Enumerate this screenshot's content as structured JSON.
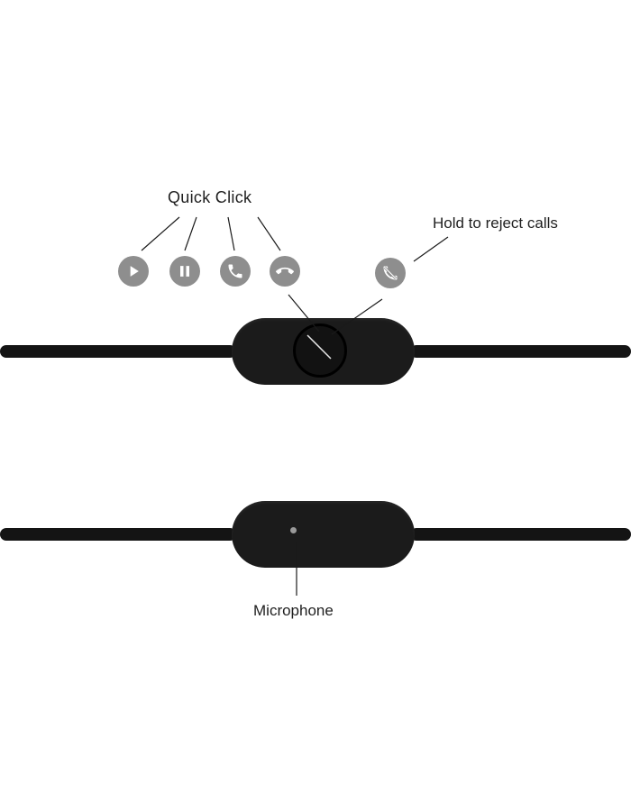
{
  "diagram": {
    "title": "earphone inline remote instructions",
    "labels": {
      "quick_click": "Quick Click",
      "hold_to_reject": "Hold to reject calls",
      "microphone": "Microphone"
    },
    "icons": [
      {
        "name": "play-icon",
        "meaning": "play"
      },
      {
        "name": "pause-icon",
        "meaning": "pause"
      },
      {
        "name": "answer-call-icon",
        "meaning": "answer call"
      },
      {
        "name": "end-call-icon",
        "meaning": "hang up call"
      },
      {
        "name": "reject-call-icon",
        "meaning": "reject call"
      }
    ],
    "devices": [
      {
        "name": "inline-remote-with-button",
        "feature": "multifunction button"
      },
      {
        "name": "inline-remote-with-microphone",
        "feature": "microphone hole"
      }
    ]
  },
  "colors": {
    "icon_gray": "#8e8e8e",
    "device_black": "#1b1b1b",
    "cable_black": "#141414",
    "line_color": "#1a1a1a",
    "text_color": "#1f1f1f",
    "glyph_white": "#ffffff"
  }
}
